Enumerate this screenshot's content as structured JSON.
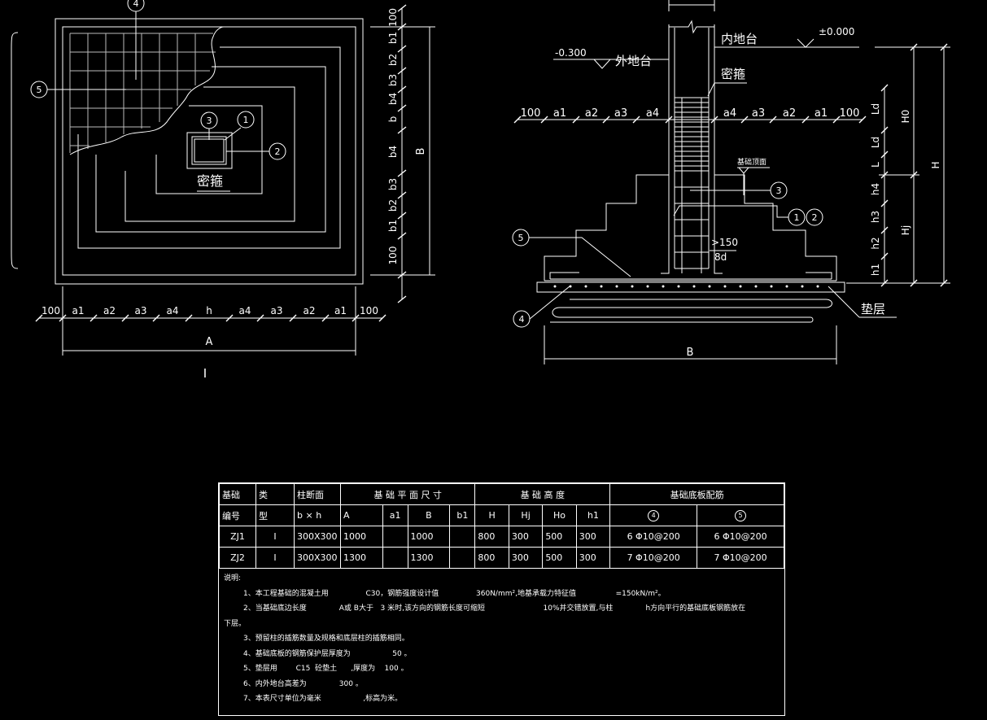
{
  "plan": {
    "callouts": [
      "1",
      "2",
      "3",
      "4",
      "5"
    ],
    "stirrup_label": "密箍",
    "dim_right": [
      "100",
      "b1",
      "b2",
      "b3",
      "b4",
      "b",
      "b4",
      "b3",
      "b2",
      "b1",
      "100"
    ],
    "dim_right_total": "B",
    "dim_bottom": [
      "100",
      "a1",
      "a2",
      "a3",
      "a4",
      "h",
      "a4",
      "a3",
      "a2",
      "a1",
      "100"
    ],
    "dim_bottom_total": "A",
    "section_mark": "I"
  },
  "section": {
    "inner_grade_label": "内地台",
    "inner_elev": "±0.000",
    "outer_grade_label": "外地台",
    "outer_elev": "-0.300",
    "stirrup_label": "密箍",
    "dim_top": [
      "100",
      "a1",
      "a2",
      "a3",
      "a4",
      "a4",
      "a3",
      "a2",
      "a1",
      "100"
    ],
    "top_of_footing": "基础顶面",
    "anchor_min": ">150",
    "anchor_d": "8d",
    "cushion_label": "垫层",
    "dim_bottom_total": "B",
    "dim_right_small": [
      "Ld",
      "Ld",
      "L",
      "h4",
      "h3",
      "h2",
      "h1"
    ],
    "dim_right_mid": [
      "H0",
      "Hj"
    ],
    "dim_right_total": "H",
    "callouts": [
      "1",
      "2",
      "3",
      "4",
      "5"
    ]
  },
  "schedule": {
    "head1": [
      "基础",
      "类",
      "柱断面",
      "基 础 平 面 尺 寸",
      "基 础 高 度",
      "基础底板配筋"
    ],
    "head2": [
      "编号",
      "型",
      "b × h",
      "A",
      "a1",
      "B",
      "b1",
      "H",
      "Hj",
      "Ho",
      "h1",
      "4",
      "5"
    ],
    "rows": [
      [
        "ZJ1",
        "I",
        "300X300",
        "1000",
        "",
        "1000",
        "",
        "800",
        "300",
        "500",
        "300",
        "6 Φ10@200",
        "6 Φ10@200"
      ],
      [
        "ZJ2",
        "I",
        "300X300",
        "1300",
        "",
        "1300",
        "",
        "800",
        "300",
        "500",
        "300",
        "7 Φ10@200",
        "7 Φ10@200"
      ]
    ],
    "notes_title": "说明:",
    "notes": [
      "1、本工程基础的混凝土用                C30，钢筋强度设计值                360N/mm²,地基承载力特征值                 =150kN/m²。",
      "2、当基础底边长度              A或 B大于   3 米时,该方向的钢筋长度可缩短                         10%并交错放置,与柱              h方向平行的基础底板钢筋放在",
      "下层。",
      "3、预留柱的插筋数量及规格和底层柱的插筋相同。",
      "4、基础底板的钢筋保护层厚度为                  50 。",
      "5、垫层用        C15  砼垫土      ,厚度为    100 。",
      "6、内外地台高差为              300 。",
      "7、本表尺寸单位为毫米                  ,标高为米。"
    ]
  }
}
